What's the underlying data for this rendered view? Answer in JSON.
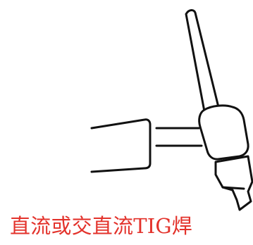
{
  "caption": {
    "text": "直流或交直流TIG焊",
    "color": "#e3322b"
  },
  "diagram": {
    "stroke_color": "#111111",
    "background": "#ffffff",
    "parts": [
      "electrode-holder",
      "gas-nozzle",
      "torch-body",
      "cable-connector",
      "connection-lines"
    ]
  }
}
